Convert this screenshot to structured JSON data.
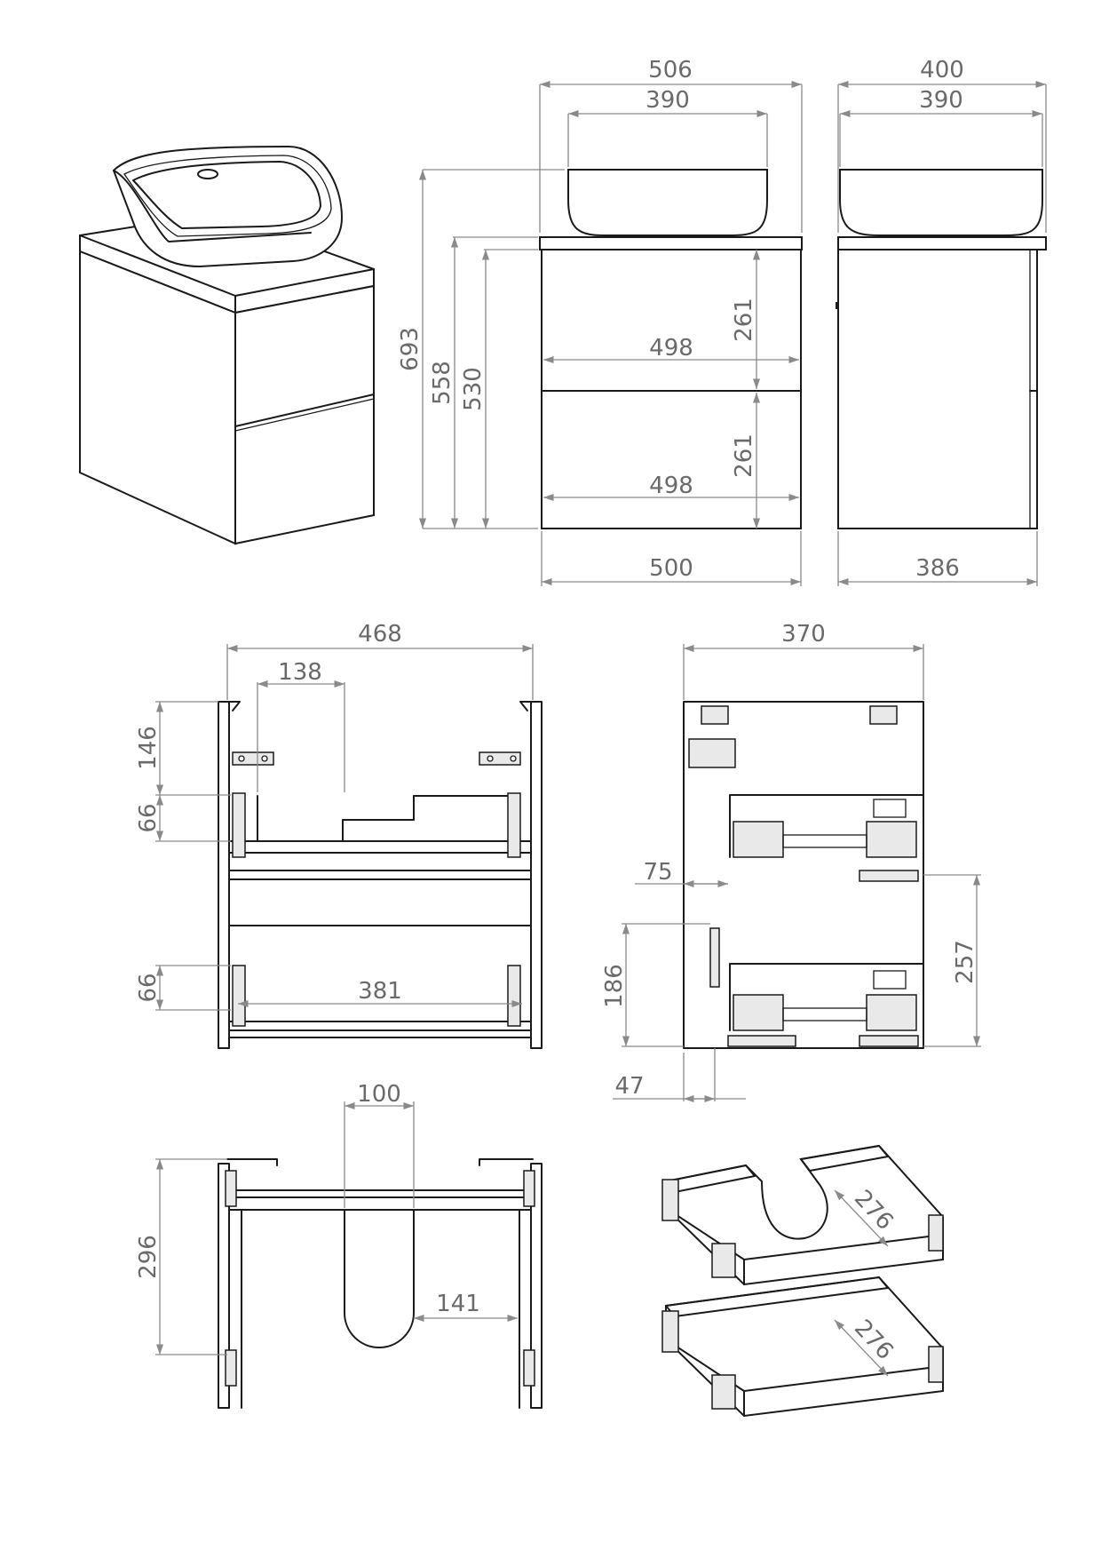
{
  "colors": {
    "outline": "#1a1a1a",
    "dimension": "#8a8a8a",
    "dimension_text": "#6a6a6a",
    "background": "#ffffff"
  },
  "dims": {
    "front_top_width": "506",
    "front_basin_width": "390",
    "side_top_depth": "400",
    "side_basin_depth": "390",
    "total_height": "693",
    "top_height": "558",
    "body_height": "530",
    "drawer_upper_height": "261",
    "drawer_lower_height": "261",
    "drawer_upper_width": "498",
    "drawer_lower_width": "498",
    "body_width": "500",
    "body_depth": "386",
    "inner_width": "468",
    "cutout_width_top": "138",
    "gap_146": "146",
    "drawer_box_upper": "66",
    "drawer_box_lower": "66",
    "drawer_inner_width": "381",
    "side_inner_depth": "370",
    "slide_offset": "75",
    "lower_drawer_depth": "186",
    "side_total_257": "257",
    "front_offset": "47",
    "siphon_cutout": "100",
    "plan_depth": "296",
    "plan_offset": "141",
    "drawer_depth_upper": "276",
    "drawer_depth_lower": "276"
  }
}
